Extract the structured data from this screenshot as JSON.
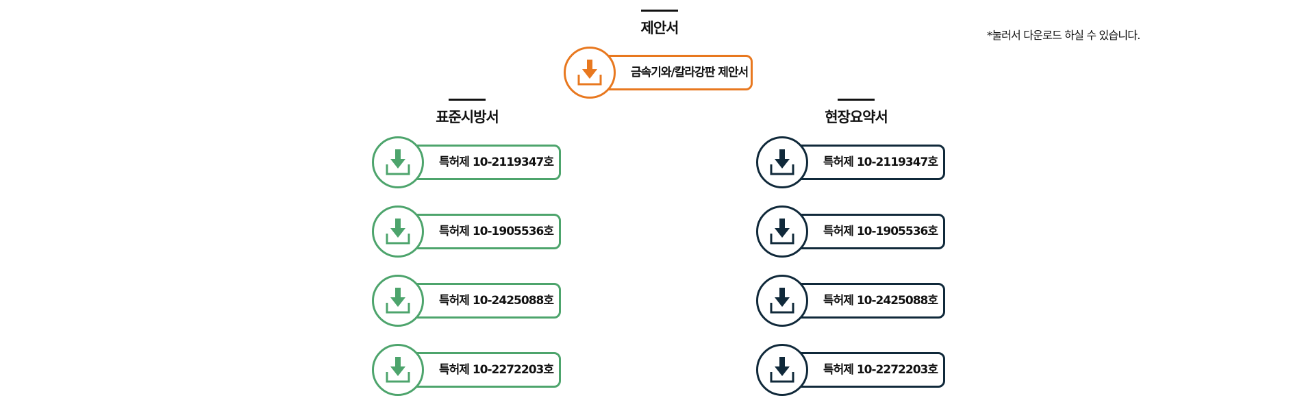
{
  "sections": {
    "proposal": {
      "title": "제안서",
      "items": [
        {
          "label": "금속기와/칼라강판 제안서"
        }
      ]
    },
    "standard_spec": {
      "title": "표준시방서",
      "items": [
        {
          "label": "특허제 10-2119347호"
        },
        {
          "label": "특허제 10-1905536호"
        },
        {
          "label": "특허제 10-2425088호"
        },
        {
          "label": "특허제 10-2272203호"
        }
      ]
    },
    "site_summary": {
      "title": "현장요약서",
      "items": [
        {
          "label": "특허제 10-2119347호"
        },
        {
          "label": "특허제 10-1905536호"
        },
        {
          "label": "특허제 10-2425088호"
        },
        {
          "label": "특허제 10-2272203호"
        }
      ]
    }
  },
  "note": "*눌러서 다운로드 하실 수 있습니다.",
  "icons": {
    "download": "download-icon"
  },
  "colors": {
    "proposal": "#e8781f",
    "standard_spec": "#4da46c",
    "site_summary": "#10293a",
    "text": "#111111"
  }
}
